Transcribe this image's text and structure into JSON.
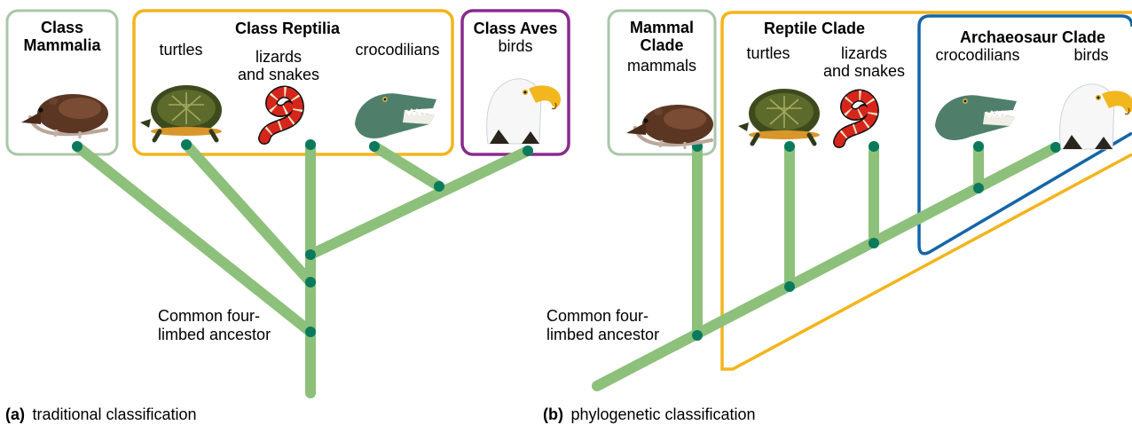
{
  "panel_a": {
    "caption_letter": "(a)",
    "caption_text": "traditional classification",
    "groups": {
      "mammalia": {
        "line1": "Class",
        "line2": "Mammalia"
      },
      "reptilia": {
        "title": "Class Reptilia"
      },
      "aves": {
        "title": "Class Aves"
      }
    },
    "taxa": {
      "turtles": "turtles",
      "lizards_1": "lizards",
      "lizards_2": "and snakes",
      "crocs": "crocodilians",
      "birds": "birds"
    },
    "ancestor_1": "Common four-",
    "ancestor_2": "limbed ancestor"
  },
  "panel_b": {
    "caption_letter": "(b)",
    "caption_text": "phylogenetic classification",
    "groups": {
      "mammal": {
        "line1": "Mammal",
        "line2": "Clade"
      },
      "reptile": {
        "title": "Reptile Clade"
      },
      "archaeosaur": {
        "title": "Archaeosaur Clade"
      }
    },
    "taxa": {
      "mammals": "mammals",
      "turtles": "turtles",
      "lizards_1": "lizards",
      "lizards_2": "and snakes",
      "crocs": "crocodilians",
      "birds": "birds"
    },
    "ancestor_1": "Common four-",
    "ancestor_2": "limbed ancestor"
  },
  "colors": {
    "branch": "#8dc07a",
    "node": "#0b7a5c",
    "mammal_box": "#a9c6a9",
    "reptile_box": "#f3b41c",
    "aves_box": "#8a2a8e",
    "archaeosaur_box": "#1565a8"
  },
  "icons": [
    "shrew-icon",
    "turtle-icon",
    "snake-icon",
    "crocodile-icon",
    "eagle-icon"
  ]
}
